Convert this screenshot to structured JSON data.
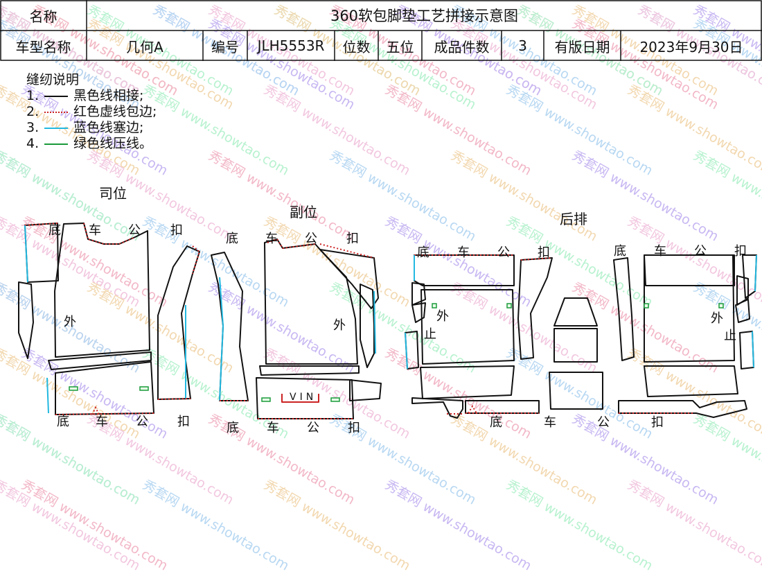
{
  "header": {
    "name_label": "名称",
    "title": "360软包脚垫工艺拼接示意图",
    "model_label": "车型名称",
    "model_value": "几何A",
    "code_label": "编号",
    "code_value": "JLH5553R",
    "seats_label": "位数",
    "seats_value": "五位",
    "pieces_label": "成品件数",
    "pieces_value": "3",
    "date_label": "有版日期",
    "date_value": "2023年9月30日"
  },
  "legend": {
    "title": "缝纫说明",
    "items": [
      {
        "num": "1.",
        "text": "黑色线相接;",
        "color": "#111111",
        "style": "solid"
      },
      {
        "num": "2.",
        "text": "红色虚线包边;",
        "color": "#cc2222",
        "style": "dotted"
      },
      {
        "num": "3.",
        "text": "蓝色线塞边;",
        "color": "#22b8e0",
        "style": "solid"
      },
      {
        "num": "4.",
        "text": "绿色线压线。",
        "color": "#1a9a3a",
        "style": "solid"
      }
    ]
  },
  "sections": {
    "driver": "司位",
    "passenger": "副位",
    "rear": "后排"
  },
  "labels": {
    "di": "底",
    "che": "车",
    "gong": "公",
    "kou": "扣",
    "wai": "外",
    "zhi": "止",
    "vin": "VIN"
  },
  "watermark": {
    "brand": "秀套网",
    "url": "www.showtao.com"
  },
  "colors": {
    "black_line": "#111111",
    "red_line": "#cc2222",
    "blue_line": "#22b8e0",
    "green_line": "#1a9a3a"
  }
}
